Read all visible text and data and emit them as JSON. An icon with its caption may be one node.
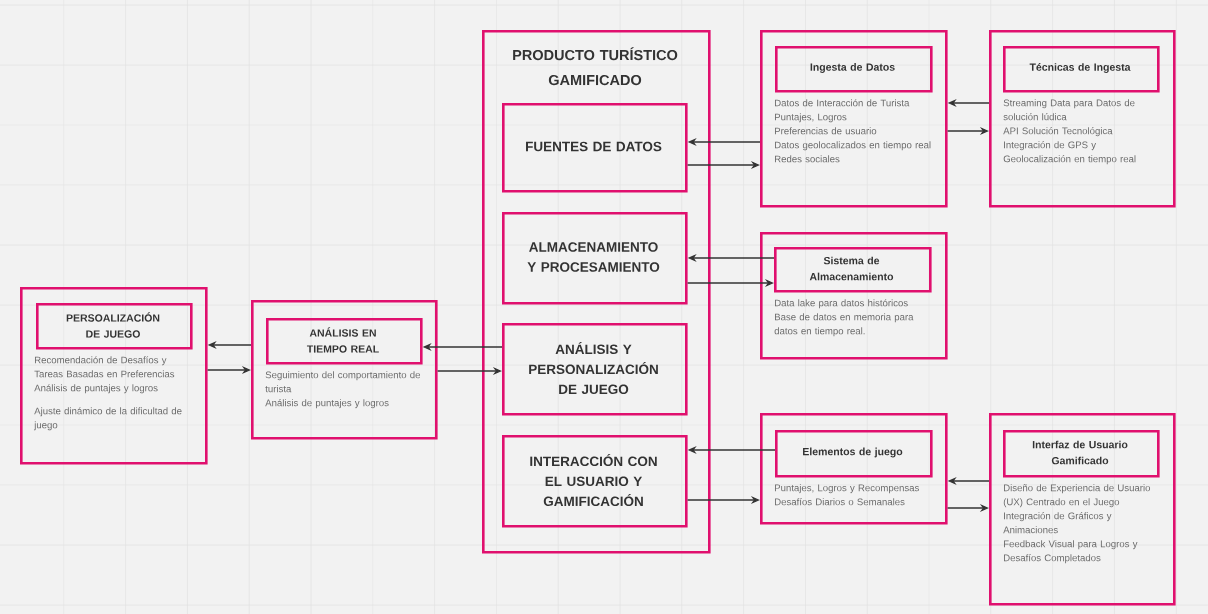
{
  "diagram": {
    "nodes": [
      {
        "text": [
          "Recomendación de Desafíos y Tareas Basadas en Preferencias",
          "Análisis de puntajes y logros",
          "Ajuste dinámico de la dificultad de juego"
        ]
      },
      {
        "text": [
          "PERSOALIZACIÓN DE JUEGO"
        ],
        "in": 0
      },
      {
        "text": [
          "Seguimiento del comportamiento de turista",
          "Análisis de puntajes y logros"
        ]
      },
      {
        "text": [
          "ANÁLISIS EN TIEMPO REAL"
        ],
        "in": 2
      },
      {
        "text": [
          "PRODUCTO TURÍSTICO GAMIFICADO"
        ]
      },
      {
        "text": [
          "FUENTES DE DATOS"
        ],
        "in": 4
      },
      {
        "text": [
          "ALMACENAMIENTO Y PROCESAMIENTO"
        ],
        "in": 4
      },
      {
        "text": [
          "ANÁLISIS  Y PERSONALIZACIÓN DE JUEGO"
        ],
        "in": 4
      },
      {
        "text": [
          "INTERACCIÓN CON EL USUARIO  Y GAMIFICACIÓN"
        ],
        "in": 4
      },
      {
        "text": [
          "Datos de Interacción de Turista",
          "Puntajes, Logros",
          "Preferencias de usuario",
          "Datos geolocalizados en tiempo real",
          "Redes sociales"
        ]
      },
      {
        "text": [
          "Ingesta de Datos"
        ],
        "in": 9
      },
      {
        "text": [
          "Streaming Data para Datos de solución lúdica",
          "API Solución Tecnológica",
          "Integración de GPS y Geolocalización en tiempo real"
        ]
      },
      {
        "text": [
          "Técnicas de Ingesta"
        ],
        "in": 11
      },
      {
        "text": [
          "Data lake para datos históricos",
          "Base de datos en memoria para datos en tiempo real."
        ]
      },
      {
        "text": [
          "Sistema de Almacenamiento"
        ],
        "in": 13
      },
      {
        "text": [
          "Puntajes, Logros y Recompensas",
          "Desafíos Diarios o Semanales"
        ]
      },
      {
        "text": [
          "Elementos de juego"
        ],
        "in": 15
      },
      {
        "text": [
          "Diseño de Experiencia de Usuario (UX) Centrado en el Juego",
          "Integración de Gráficos y Animaciones",
          "Feedback Visual para Logros y Desafíos Completados"
        ]
      },
      {
        "text": [
          "Interfaz de Usuario Gamificado"
        ],
        "in": 17
      }
    ],
    "edges": [
      {
        "from": 2,
        "to": 0,
        "arrow": "to"
      },
      {
        "from": 0,
        "to": 2,
        "arrow": "to"
      },
      {
        "from": 7,
        "to": 3,
        "arrow": "to"
      },
      {
        "from": 2,
        "to": 7,
        "arrow": "to"
      },
      {
        "from": 9,
        "to": 5,
        "arrow": "to"
      },
      {
        "from": 5,
        "to": 9,
        "arrow": "to"
      },
      {
        "from": 11,
        "to": 9,
        "arrow": "to"
      },
      {
        "from": 9,
        "to": 11,
        "arrow": "to"
      },
      {
        "from": 14,
        "to": 6,
        "arrow": "to"
      },
      {
        "from": 6,
        "to": 14,
        "arrow": "to"
      },
      {
        "from": 16,
        "to": 8,
        "arrow": "to"
      },
      {
        "from": 8,
        "to": 15,
        "arrow": "to"
      },
      {
        "from": 17,
        "to": 15,
        "arrow": "to"
      },
      {
        "from": 15,
        "to": 17,
        "arrow": "to"
      }
    ]
  }
}
